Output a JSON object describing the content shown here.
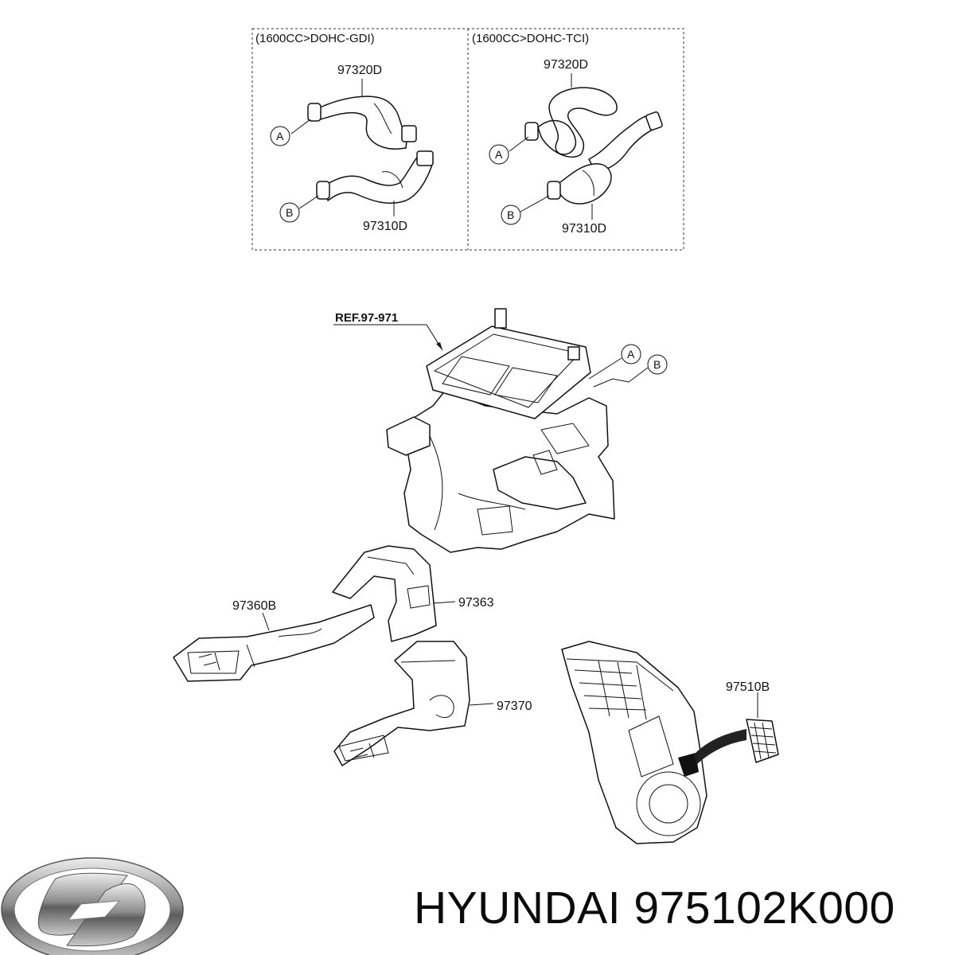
{
  "panels": {
    "left_header": "(1600CC>DOHC-GDI)",
    "right_header": "(1600CC>DOHC-TCI)",
    "left": {
      "upper_part": "97320D",
      "lower_part": "97310D",
      "marker_a": "A",
      "marker_b": "B"
    },
    "right": {
      "upper_part": "97320D",
      "lower_part": "97310D",
      "marker_a": "A",
      "marker_b": "B"
    }
  },
  "main": {
    "reference": "REF.97-971",
    "marker_a": "A",
    "marker_b": "B",
    "parts": {
      "duct_left": "97360B",
      "duct_connector": "97363",
      "duct_rear": "97370",
      "vent_grille": "97510B"
    }
  },
  "brand": {
    "logo_name": "hyundai-logo",
    "caption": "HYUNDAI 975102K000"
  }
}
